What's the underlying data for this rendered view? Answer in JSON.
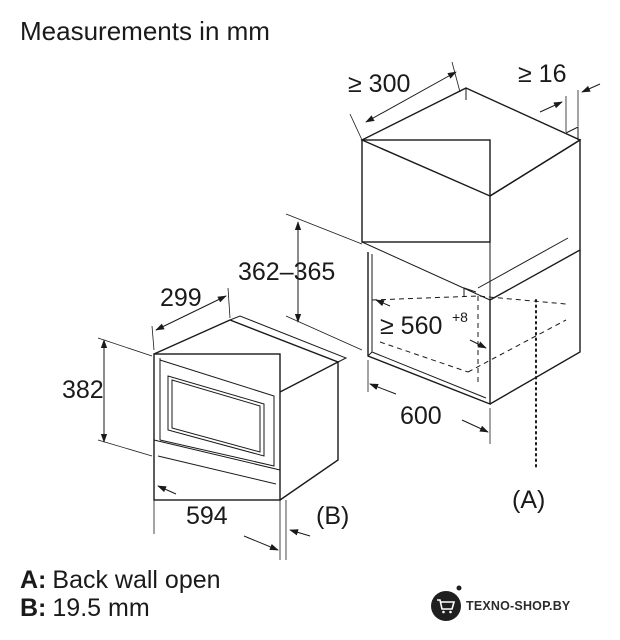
{
  "title": "Measurements in mm",
  "dimensions": {
    "niche_depth": "≥ 300",
    "gap": "≥ 16",
    "height_range": "362–365",
    "inner_width": "≥ 560",
    "inner_width_tolerance": "+8",
    "niche_width": "600",
    "appliance_depth": "299",
    "appliance_height": "382",
    "appliance_width": "594"
  },
  "callouts": {
    "a": "(A)",
    "b": "(B)"
  },
  "legend": [
    {
      "key": "A:",
      "text": "Back wall open"
    },
    {
      "key": "B:",
      "text": "19.5 mm"
    }
  ],
  "watermark": {
    "text": "TEXNO-SHOP.BY"
  }
}
